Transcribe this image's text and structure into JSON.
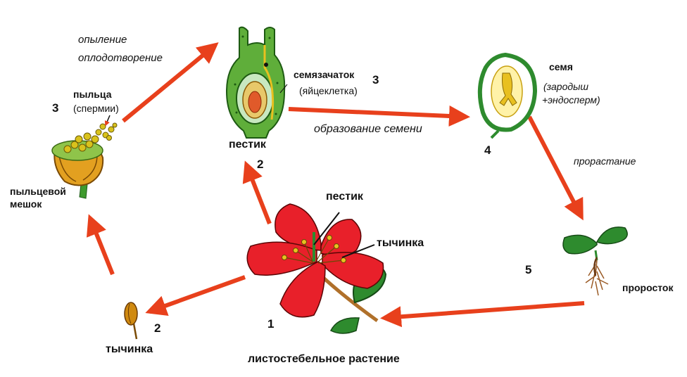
{
  "labels": {
    "pollination": "опыление",
    "fertilization": "оплодотворение",
    "pollen": "пыльца",
    "sperm": "(спермии)",
    "pollen_sac_1": "пыльцевой",
    "pollen_sac_2": "мешок",
    "ovule": "семязачаток",
    "egg_cell": "(яйцеклетка)",
    "pistil_top": "пестик",
    "seed_formation": "образование семени",
    "seed": "семя",
    "embryo": "(зародыш",
    "endosperm": "+эндосперм)",
    "germination": "прорастание",
    "seedling": "проросток",
    "pistil_flower": "пестик",
    "stamen_flower": "тычинка",
    "stamen_bottom": "тычинка",
    "leafy_plant": "листостебельное растение"
  },
  "numbers": {
    "n_pollen": "3",
    "n_ovule": "3",
    "n_pistil": "2",
    "n_seed": "4",
    "n_seedling": "5",
    "n_stamen": "2",
    "n_plant": "1"
  },
  "colors": {
    "arrow": "#e8401c",
    "petal": "#e8202a",
    "leaf": "#2e8b2e",
    "anther": "#c8860a",
    "pollen": "#d9c21c",
    "pistil_tissue": "#5fae3a"
  }
}
